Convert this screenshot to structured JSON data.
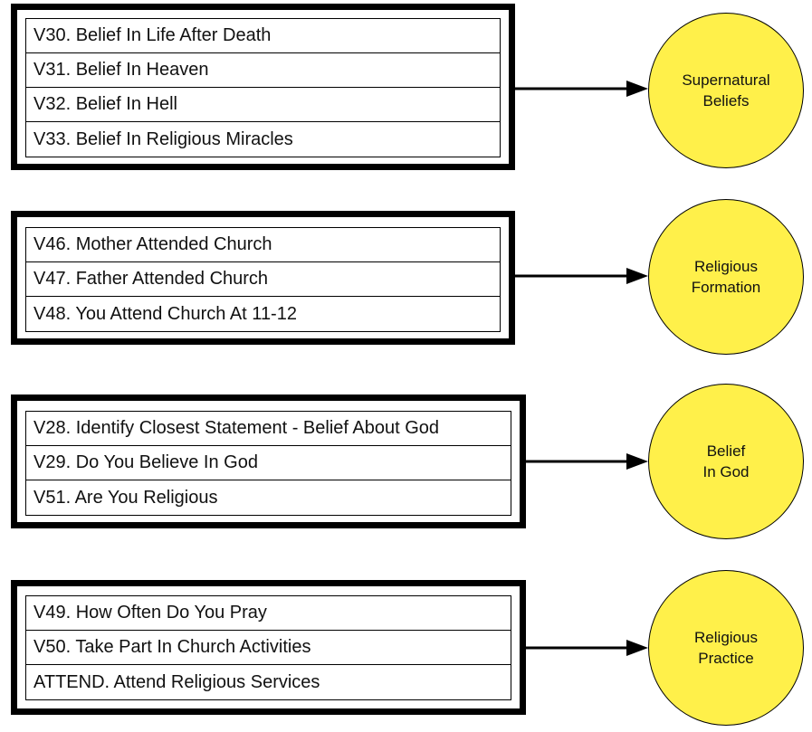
{
  "groups": [
    {
      "items": [
        "V30. Belief In Life After Death",
        "V31. Belief In Heaven",
        "V32. Belief In Hell",
        "V33. Belief In Religious Miracles"
      ],
      "factor": {
        "line1": "Supernatural",
        "line2": "Beliefs"
      }
    },
    {
      "items": [
        "V46. Mother Attended Church",
        "V47. Father Attended Church",
        "V48. You Attend Church At 11-12"
      ],
      "factor": {
        "line1": "Religious",
        "line2": "Formation"
      }
    },
    {
      "items": [
        "V28. Identify Closest Statement - Belief About God",
        "V29. Do You Believe In God",
        "V51. Are You Religious"
      ],
      "factor": {
        "line1": "Belief",
        "line2": "In God"
      }
    },
    {
      "items": [
        "V49. How Often Do You Pray",
        "V50. Take Part In Church Activities",
        "ATTEND. Attend Religious Services"
      ],
      "factor": {
        "line1": "Religious",
        "line2": "Practice"
      }
    }
  ],
  "colors": {
    "factor_fill": "#fff04a",
    "stroke": "#000000"
  }
}
